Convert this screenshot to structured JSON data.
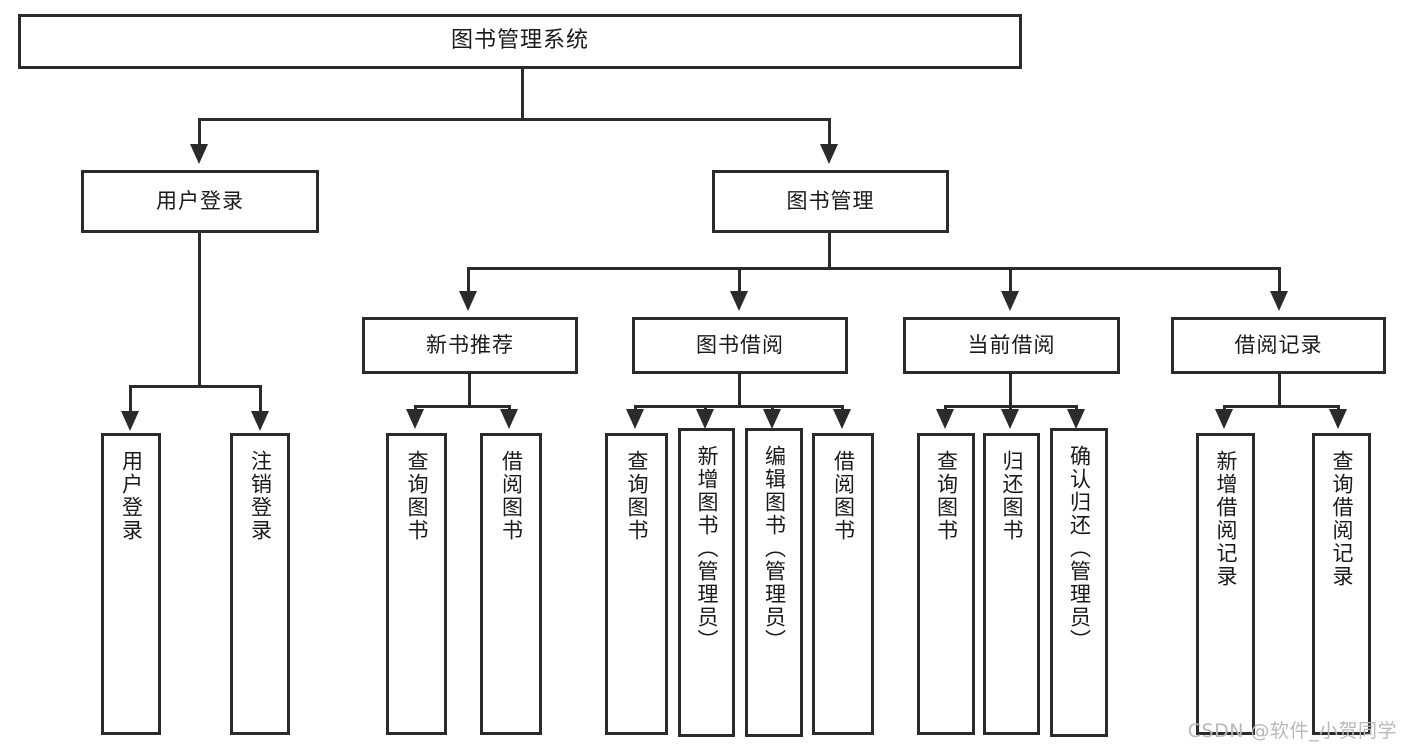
{
  "diagram": {
    "title": "图书管理系统",
    "type": "hierarchy-tree",
    "root": {
      "label": "图书管理系统"
    },
    "level2": [
      {
        "label": "用户登录"
      },
      {
        "label": "图书管理"
      }
    ],
    "level3": [
      {
        "label": "新书推荐"
      },
      {
        "label": "图书借阅"
      },
      {
        "label": "当前借阅"
      },
      {
        "label": "借阅记录"
      }
    ],
    "leaves": {
      "user_login": [
        {
          "label": "用户登录"
        },
        {
          "label": "注销登录"
        }
      ],
      "new_book_recommend": [
        {
          "label": "查询图书"
        },
        {
          "label": "借阅图书"
        }
      ],
      "book_borrow": [
        {
          "label": "查询图书"
        },
        {
          "label": "新增图书（管理员）"
        },
        {
          "label": "编辑图书（管理员）"
        },
        {
          "label": "借阅图书"
        }
      ],
      "current_borrow": [
        {
          "label": "查询图书"
        },
        {
          "label": "归还图书"
        },
        {
          "label": "确认归还（管理员）"
        }
      ],
      "borrow_record": [
        {
          "label": "新增借阅记录"
        },
        {
          "label": "查询借阅记录"
        }
      ]
    }
  },
  "watermark": {
    "text": "CSDN @软件_小贺同学"
  },
  "colors": {
    "stroke": "#2b2b2b",
    "text": "#1a1a1a",
    "background": "#ffffff",
    "watermark": "#b9b9b9"
  }
}
